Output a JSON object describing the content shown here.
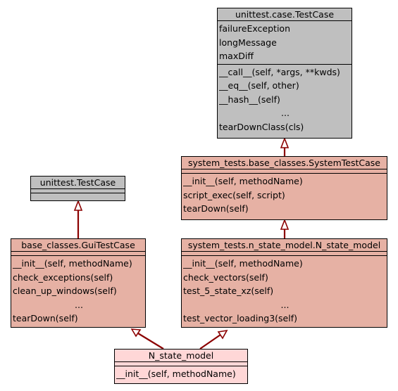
{
  "colors": {
    "gray": "#bfbfbf",
    "salmon": "#e6b1a4",
    "pink": "#ffd7d7",
    "edge": "#8b0000"
  },
  "classes": {
    "unittest_case_testcase": {
      "name": "unittest.case.TestCase",
      "attributes": [
        "failureException",
        "longMessage",
        "maxDiff"
      ],
      "methods": [
        "__call__(self, *args, **kwds)",
        "__eq__(self, other)",
        "__hash__(self)",
        "...",
        "tearDownClass(cls)"
      ]
    },
    "system_testcase": {
      "name": "system_tests.base_classes.SystemTestCase",
      "attributes": [],
      "methods": [
        "__init__(self, methodName)",
        "script_exec(self, script)",
        "tearDown(self)"
      ]
    },
    "unittest_testcase": {
      "name": "unittest.TestCase",
      "attributes": [],
      "methods": []
    },
    "gui_testcase": {
      "name": "base_classes.GuiTestCase",
      "attributes": [],
      "methods": [
        "__init__(self, methodName)",
        "check_exceptions(self)",
        "clean_up_windows(self)",
        "...",
        "tearDown(self)"
      ]
    },
    "n_state_model_full": {
      "name": "system_tests.n_state_model.N_state_model",
      "attributes": [],
      "methods": [
        "__init__(self, methodName)",
        "check_vectors(self)",
        "test_5_state_xz(self)",
        "...",
        "test_vector_loading3(self)"
      ]
    },
    "n_state_model": {
      "name": "N_state_model",
      "attributes": [],
      "methods": [
        "__init__(self, methodName)"
      ]
    }
  }
}
